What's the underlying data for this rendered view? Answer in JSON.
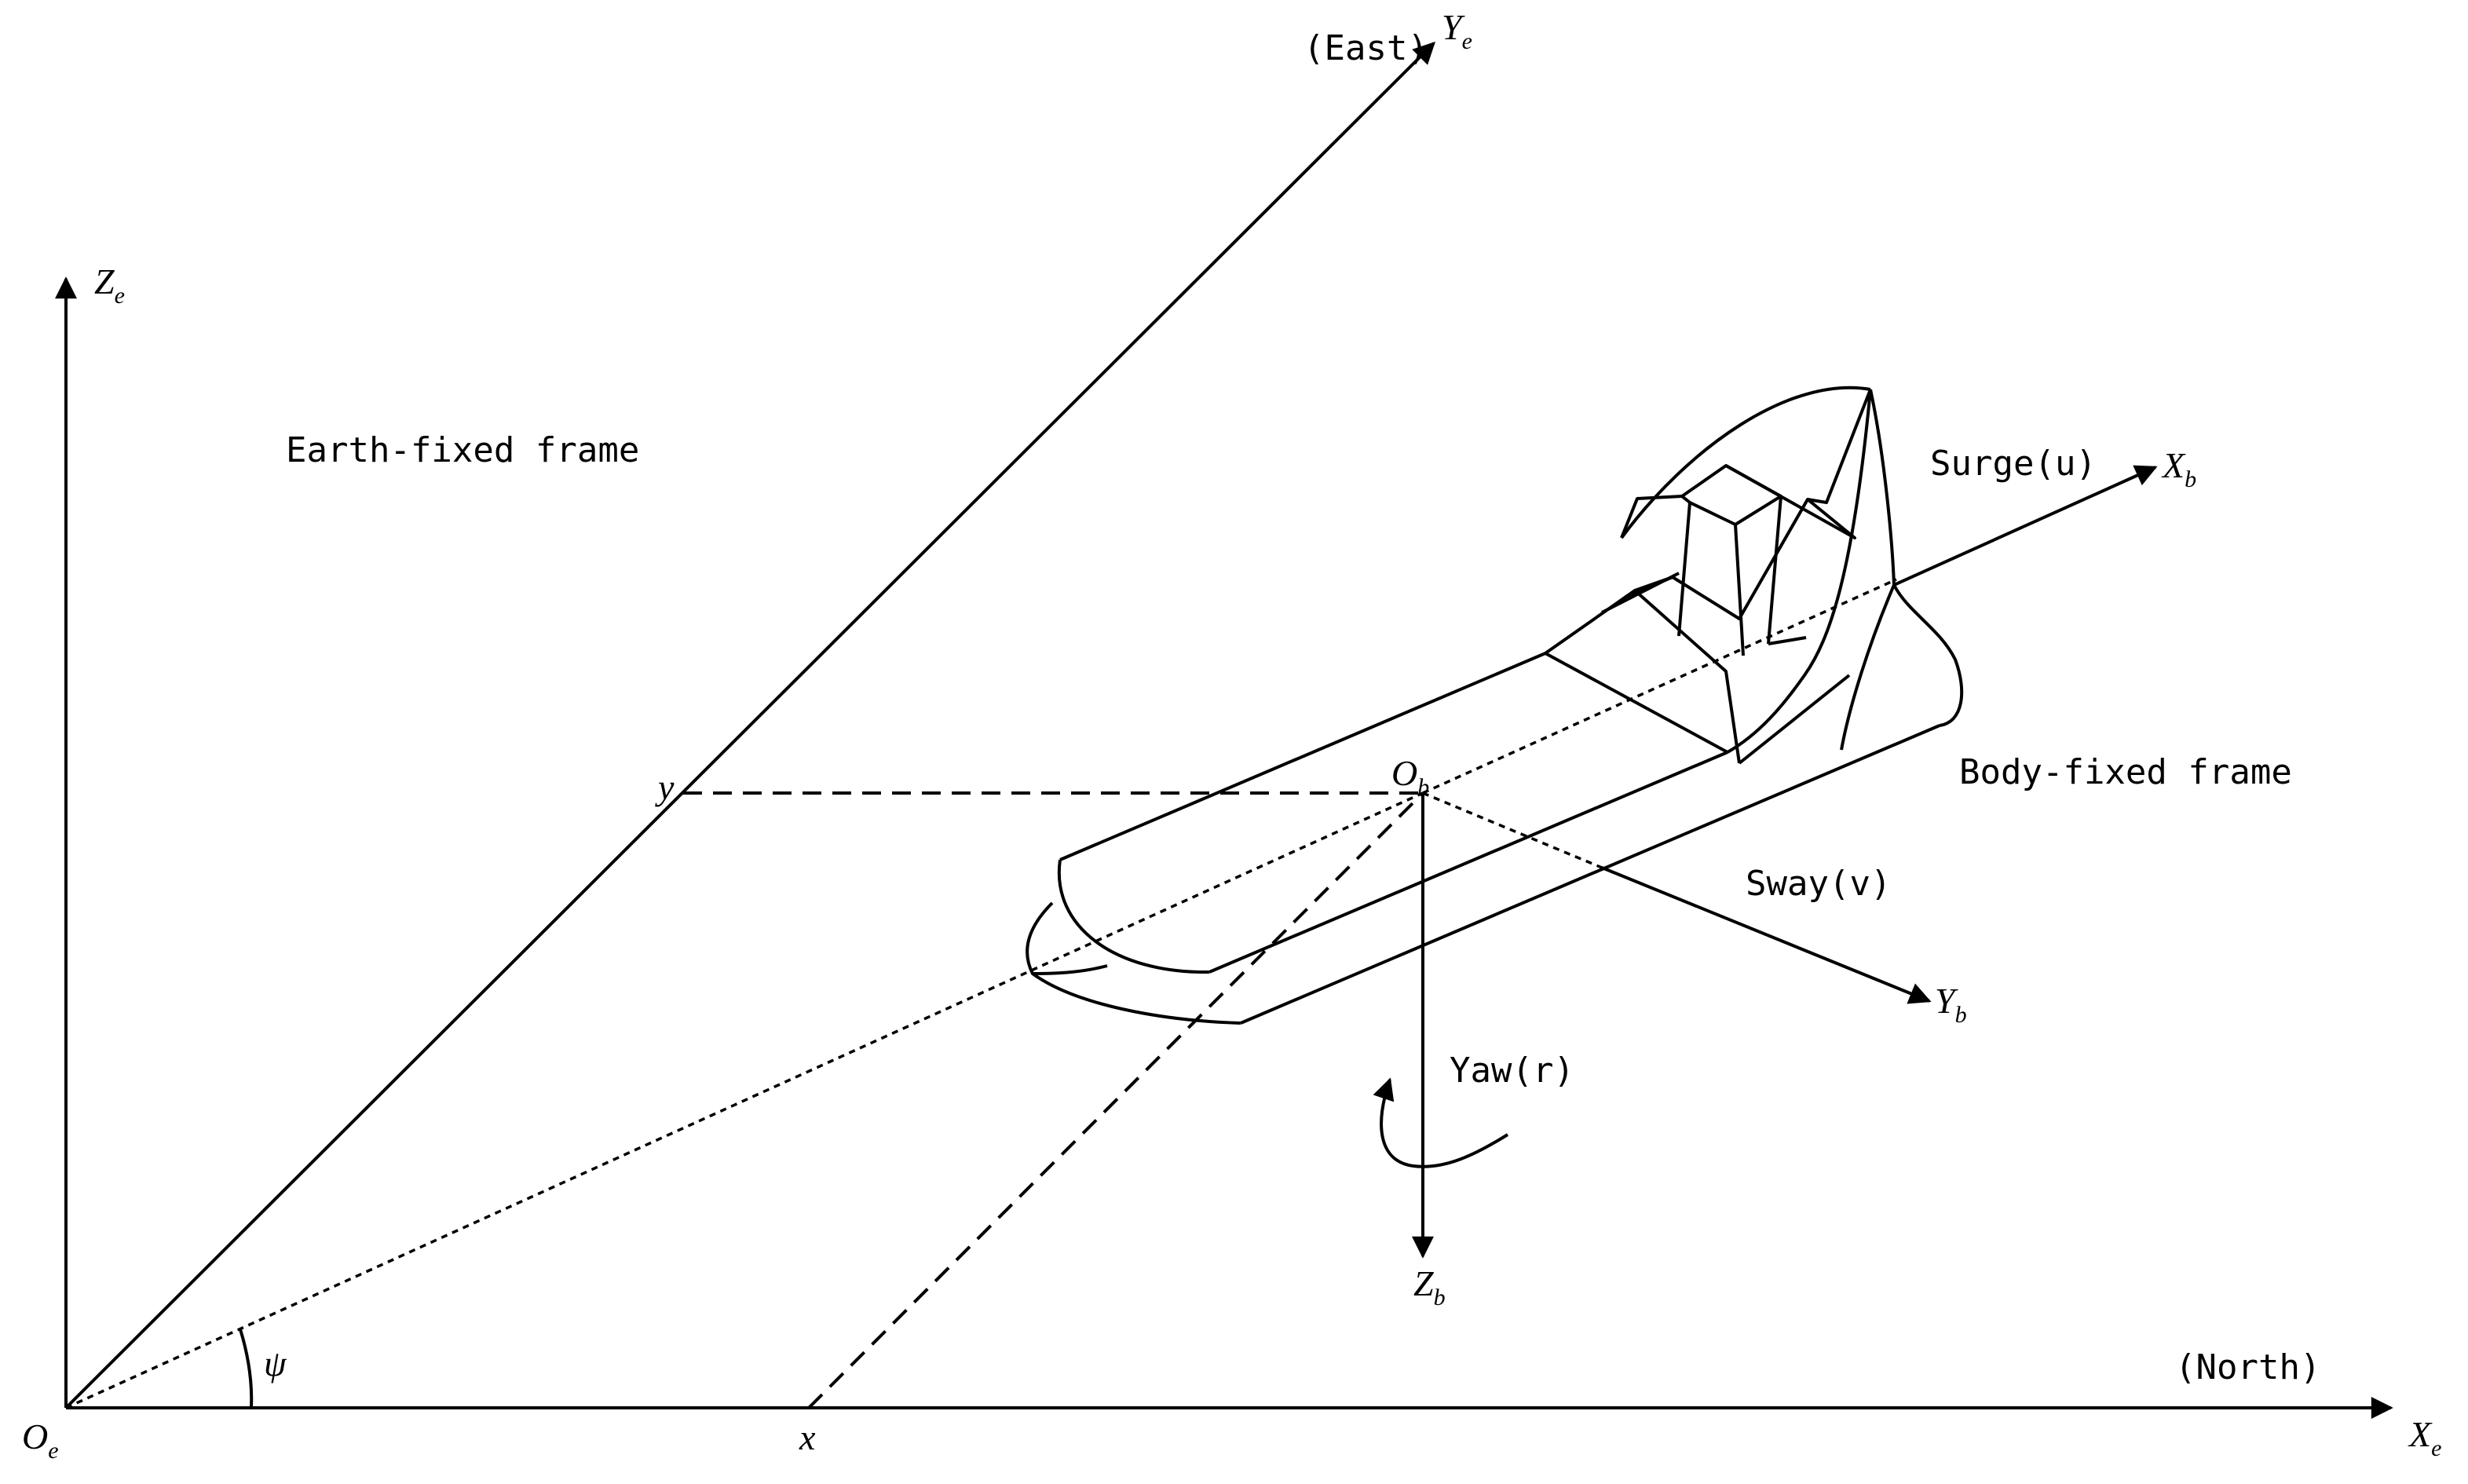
{
  "frames": {
    "earth_label": "Earth-fixed frame",
    "body_label": "Body-fixed frame"
  },
  "earth_axes": {
    "origin": {
      "main": "O",
      "sub": "e"
    },
    "x": {
      "main": "X",
      "sub": "e",
      "direction": "(North)"
    },
    "y": {
      "main": "Y",
      "sub": "e",
      "direction": "(East)"
    },
    "z": {
      "main": "Z",
      "sub": "e"
    }
  },
  "body_axes": {
    "origin": {
      "main": "O",
      "sub": "b"
    },
    "x": {
      "main": "X",
      "sub": "b"
    },
    "y": {
      "main": "Y",
      "sub": "b"
    },
    "z": {
      "main": "Z",
      "sub": "b"
    }
  },
  "motions": {
    "surge": "Surge(u)",
    "sway": "Sway(v)",
    "yaw": "Yaw(r)"
  },
  "projections": {
    "x": "x",
    "y": "y",
    "heading_angle": "ψ"
  }
}
